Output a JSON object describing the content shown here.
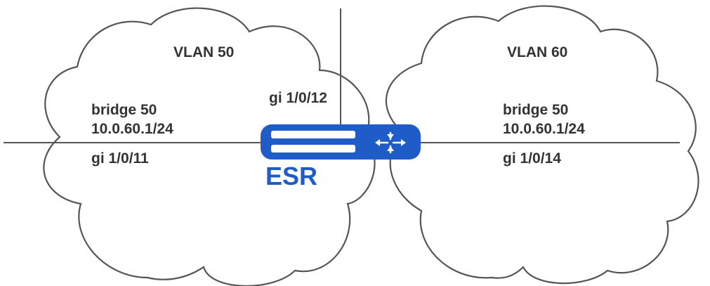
{
  "colors": {
    "line": "#555555",
    "cloud_stroke": "#555555",
    "cloud_fill": "#ffffff",
    "router": "#1f5cc8",
    "text": "#333333"
  },
  "left_cloud": {
    "vlan": "VLAN 50",
    "bridge": "bridge 50",
    "ip": "10.0.60.1/24",
    "port_bottom": "gi 1/0/11",
    "port_top": "gi 1/0/12"
  },
  "right_cloud": {
    "vlan": "VLAN 60",
    "bridge": "bridge 50",
    "ip": "10.0.60.1/24",
    "port": "gi 1/0/14"
  },
  "device": {
    "label": "ESR",
    "icon": "router-arrows-icon"
  }
}
